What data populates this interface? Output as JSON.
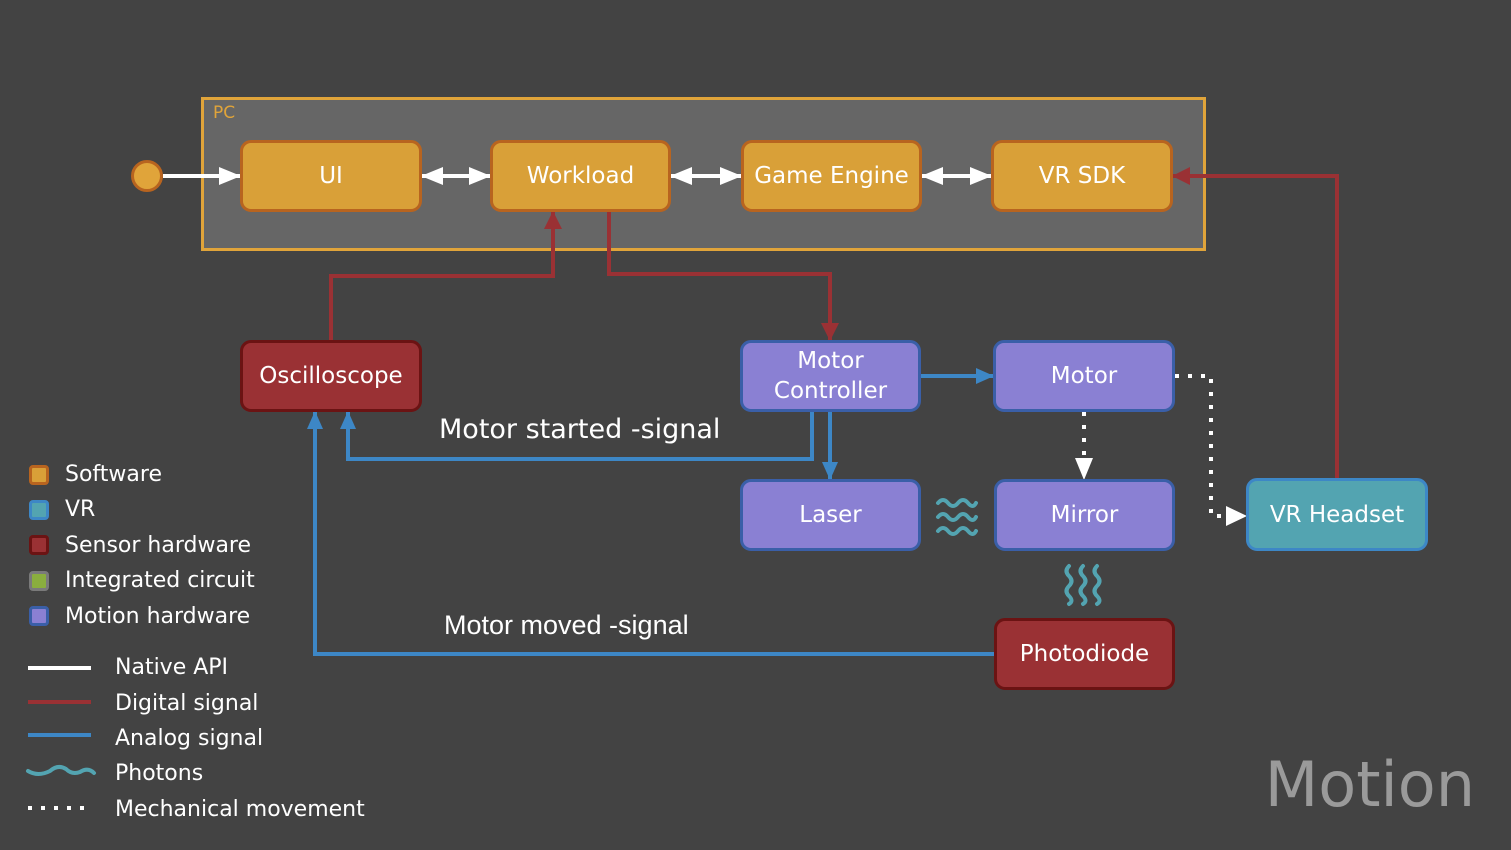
{
  "pc_group": {
    "label": "PC"
  },
  "nodes": {
    "ui": {
      "label": "UI",
      "category": "Software"
    },
    "workload": {
      "label": "Workload",
      "category": "Software"
    },
    "game_engine": {
      "label": "Game Engine",
      "category": "Software"
    },
    "vr_sdk": {
      "label": "VR SDK",
      "category": "Software"
    },
    "oscilloscope": {
      "label": "Oscilloscope",
      "category": "Sensor hardware"
    },
    "motor_controller": {
      "label": "Motor Controller",
      "category": "Motion hardware"
    },
    "motor": {
      "label": "Motor",
      "category": "Motion hardware"
    },
    "laser": {
      "label": "Laser",
      "category": "Motion hardware"
    },
    "mirror": {
      "label": "Mirror",
      "category": "Motion hardware"
    },
    "vr_headset": {
      "label": "VR Headset",
      "category": "VR"
    },
    "photodiode": {
      "label": "Photodiode",
      "category": "Sensor hardware"
    }
  },
  "edges": [
    {
      "from": "start",
      "to": "UI",
      "type": "Native API"
    },
    {
      "from": "UI",
      "to": "Workload",
      "type": "Native API",
      "bidirectional": true
    },
    {
      "from": "Workload",
      "to": "Game Engine",
      "type": "Native API",
      "bidirectional": true
    },
    {
      "from": "Game Engine",
      "to": "VR SDK",
      "type": "Native API",
      "bidirectional": true
    },
    {
      "from": "VR Headset",
      "to": "VR SDK",
      "type": "Digital signal"
    },
    {
      "from": "Oscilloscope",
      "to": "Workload",
      "type": "Digital signal"
    },
    {
      "from": "Workload",
      "to": "Motor Controller",
      "type": "Digital signal"
    },
    {
      "from": "Motor Controller",
      "to": "Motor",
      "type": "Analog signal"
    },
    {
      "from": "Motor Controller",
      "to": "Laser",
      "type": "Analog signal"
    },
    {
      "from": "Motor Controller",
      "to": "Oscilloscope",
      "type": "Analog signal",
      "label": "Motor started -signal"
    },
    {
      "from": "Photodiode",
      "to": "Oscilloscope",
      "type": "Analog signal",
      "label": "Motor moved -signal"
    },
    {
      "from": "Motor",
      "to": "Mirror",
      "type": "Mechanical movement"
    },
    {
      "from": "Motor",
      "to": "VR Headset",
      "type": "Mechanical movement"
    },
    {
      "from": "Laser",
      "to": "Mirror",
      "type": "Photons"
    },
    {
      "from": "Mirror",
      "to": "Photodiode",
      "type": "Photons"
    }
  ],
  "signal_labels": {
    "motor_started": "Motor started -signal",
    "motor_moved": "Motor moved -signal"
  },
  "legend": {
    "categories": [
      {
        "label": "Software",
        "fill": "#d9a038",
        "border": "#b8641f"
      },
      {
        "label": "VR",
        "fill": "#53a4b1",
        "border": "#3d87c6"
      },
      {
        "label": "Sensor hardware",
        "fill": "#9a3134",
        "border": "#6b1313"
      },
      {
        "label": "Integrated circuit",
        "fill": "#8aae3e",
        "border": "#7a7a7a"
      },
      {
        "label": "Motion hardware",
        "fill": "#8a80d3",
        "border": "#3a5fa8"
      }
    ],
    "lines": [
      {
        "label": "Native API",
        "color": "#ffffff",
        "style": "solid"
      },
      {
        "label": "Digital signal",
        "color": "#9a3134",
        "style": "solid"
      },
      {
        "label": "Analog signal",
        "color": "#3d87c6",
        "style": "solid"
      },
      {
        "label": "Photons",
        "color": "#53a4b1",
        "style": "wave"
      },
      {
        "label": "Mechanical movement",
        "color": "#ffffff",
        "style": "dotted"
      }
    ]
  },
  "colors": {
    "background": "#434343",
    "pc_group_fill": "#666666",
    "pc_group_border": "#e0a43a",
    "native_api": "#ffffff",
    "digital": "#9a3134",
    "analog": "#3d87c6",
    "photons": "#53a4b1"
  },
  "title": "Motion"
}
